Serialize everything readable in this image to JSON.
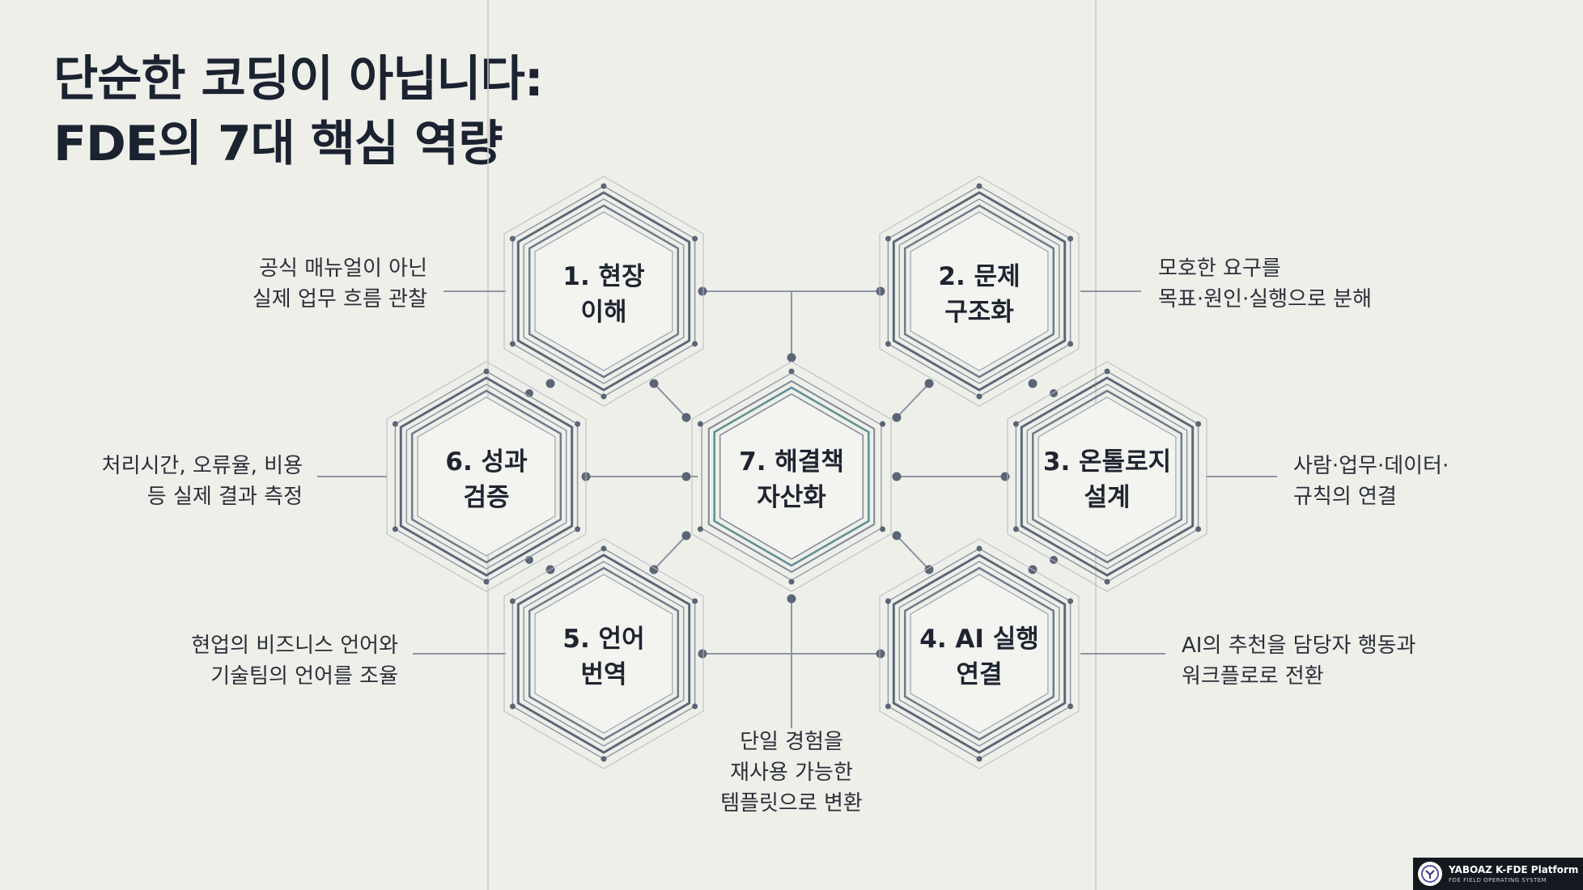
{
  "title": {
    "line1": "단순한 코딩이 아닙니다:",
    "line2": "FDE의 7대 핵심 역량"
  },
  "competencies": [
    {
      "id": "hex-1",
      "line1": "1. 현장",
      "line2": "이해",
      "desc": [
        "공식 매뉴얼이 아닌",
        "실제 업무 흐름 관찰"
      ]
    },
    {
      "id": "hex-2",
      "line1": "2. 문제",
      "line2": "구조화",
      "desc": [
        "모호한 요구를",
        "목표·원인·실행으로 분해"
      ]
    },
    {
      "id": "hex-3",
      "line1": "3. 온톨로지",
      "line2": "설계",
      "desc": [
        "사람·업무·데이터·",
        "규칙의 연결"
      ]
    },
    {
      "id": "hex-4",
      "line1": "4. AI 실행",
      "line2": "연결",
      "desc": [
        "AI의 추천을 담당자 행동과",
        "워크플로로 전환"
      ]
    },
    {
      "id": "hex-5",
      "line1": "5. 언어",
      "line2": "번역",
      "desc": [
        "현업의 비즈니스 언어와",
        "기술팀의 언어를 조율"
      ]
    },
    {
      "id": "hex-6",
      "line1": "6. 성과",
      "line2": "검증",
      "desc": [
        "처리시간, 오류율, 비용",
        "등 실제 결과 측정"
      ]
    },
    {
      "id": "hex-7",
      "line1": "7. 해결책",
      "line2": "자산화",
      "desc": [
        "단일 경험을",
        "재사용 가능한",
        "템플릿으로 변환"
      ]
    }
  ],
  "badge": {
    "title": "YABOAZ K-FDE Platform",
    "subtitle": "FDE FIELD OPERATING SYSTEM",
    "logo_icon": "yaboaz-logo-icon"
  },
  "colors": {
    "background": "#efefea",
    "hex_stroke": "#5c6878",
    "hex_inner": "#6e7c8c",
    "center_accent": "#5f8f94",
    "node": "#5a6576",
    "text": "#1e2430"
  }
}
